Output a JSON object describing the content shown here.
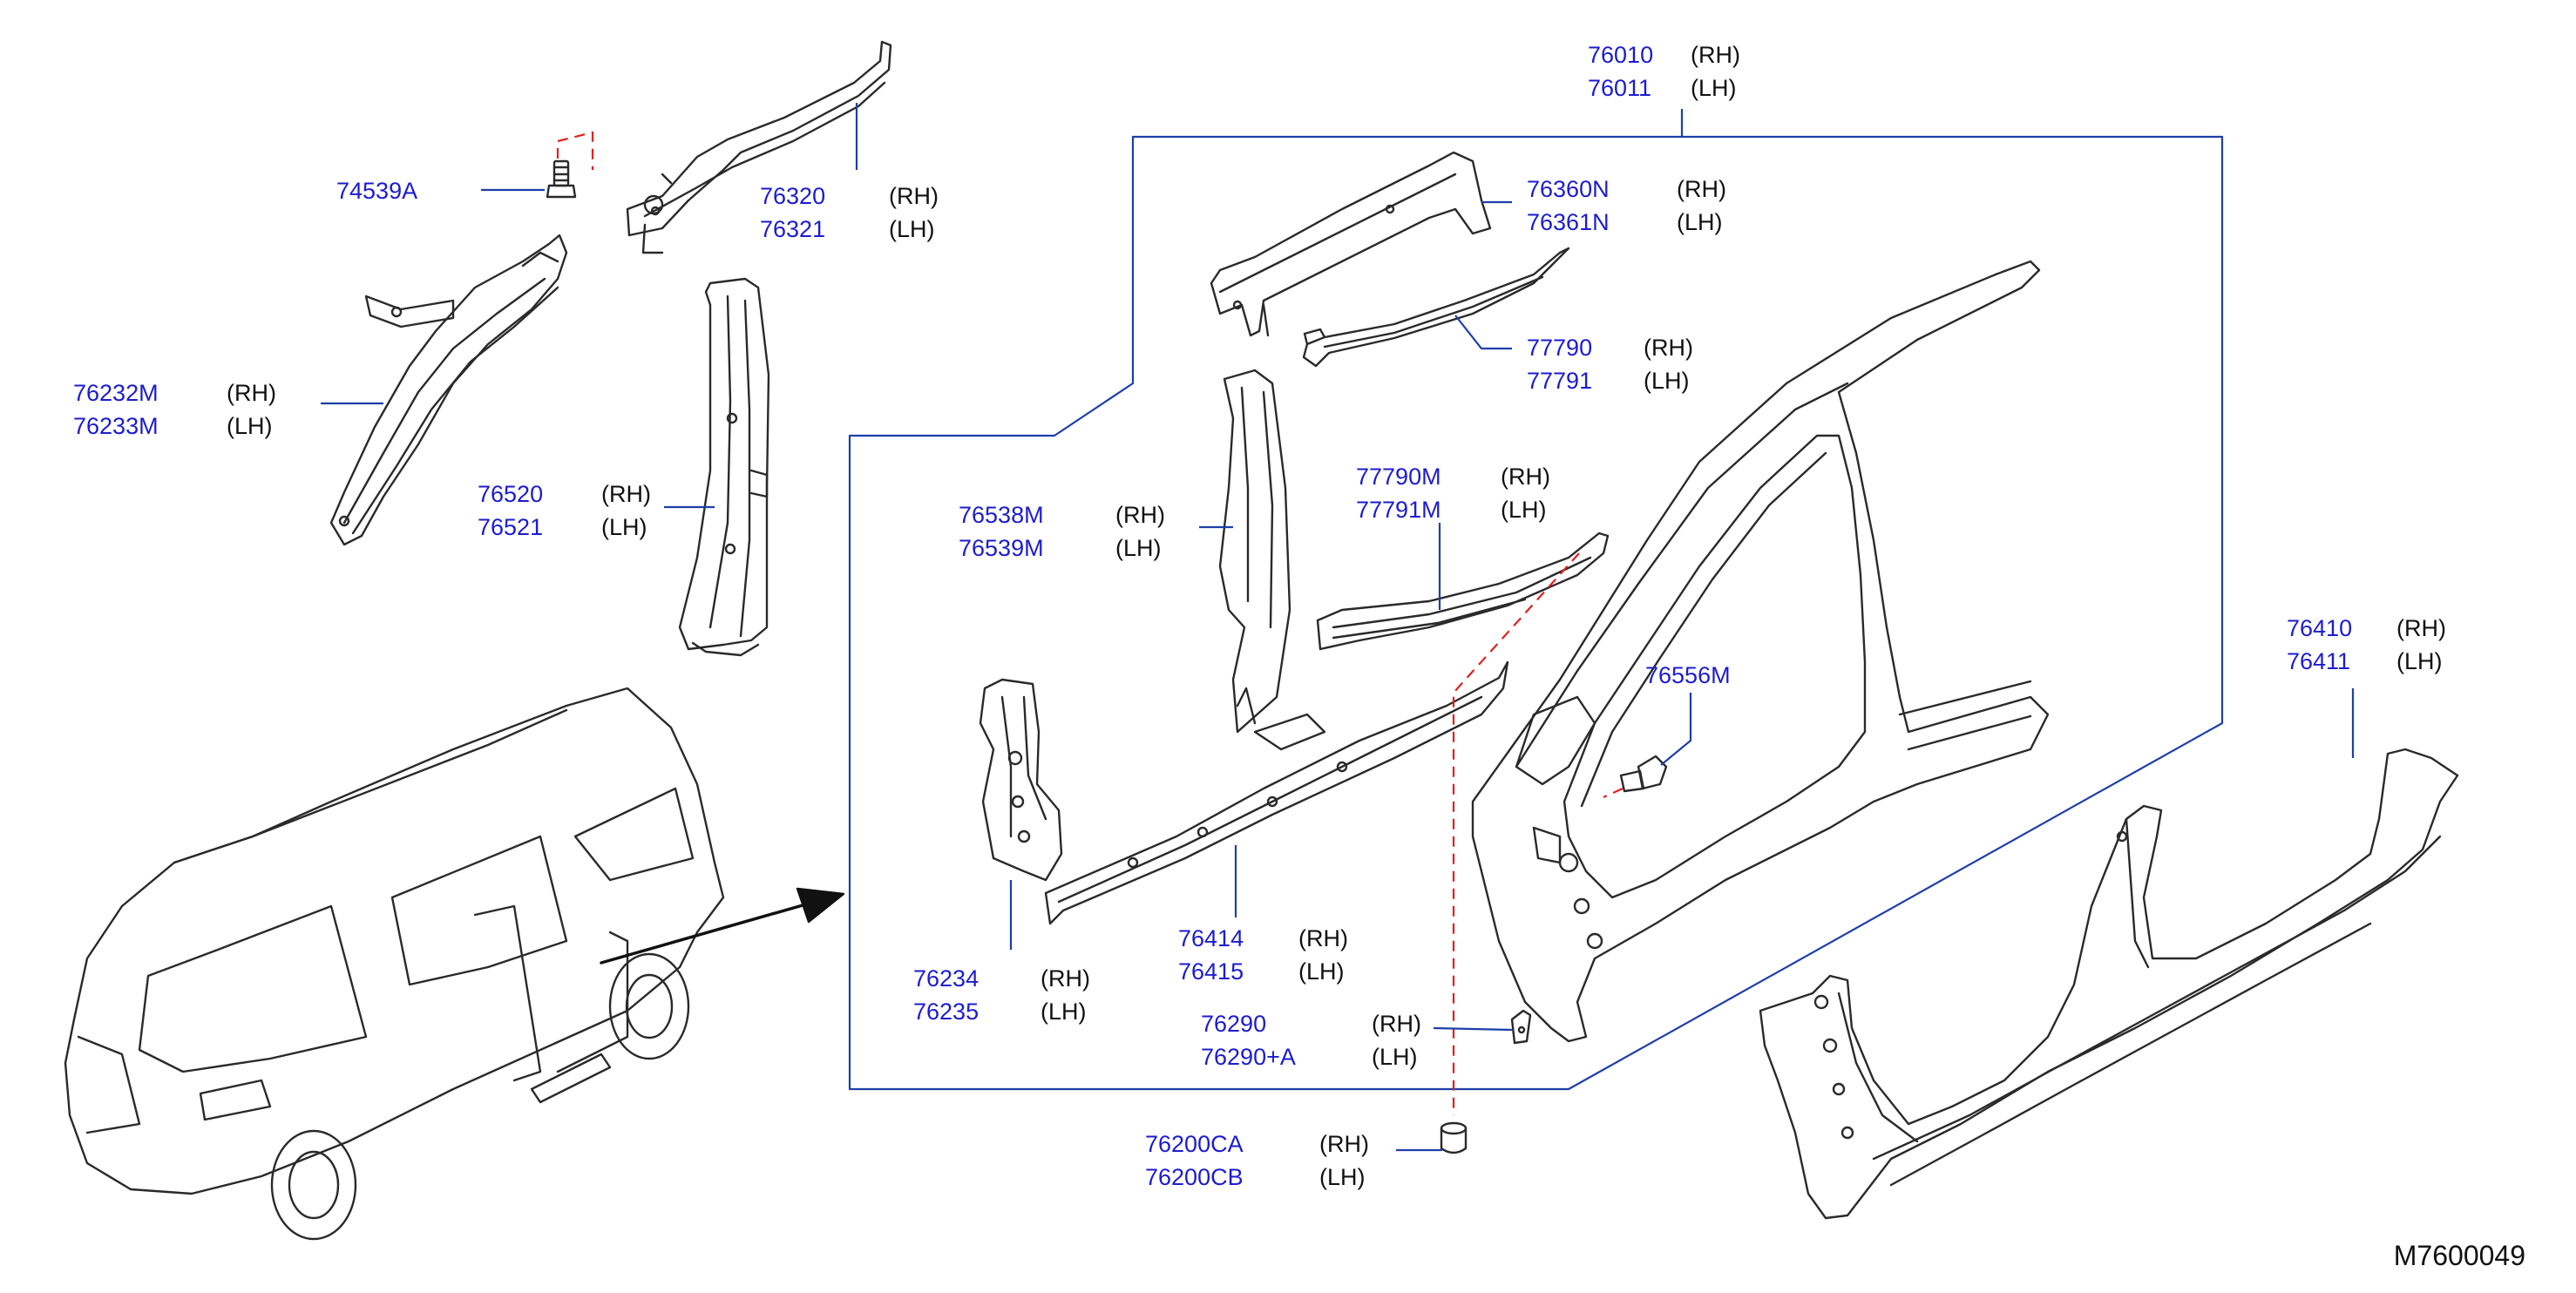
{
  "diagram_id": "M7600049",
  "colors": {
    "part_number": "#1c1ccf",
    "side": "#111111",
    "line": "#2a2a2a",
    "leader": "#1d3fa8",
    "dashed": "#e02020"
  },
  "labels": {
    "p76010": {
      "num": "76010",
      "side": "(RH)"
    },
    "p76011": {
      "num": "76011",
      "side": "(LH)"
    },
    "p74539A": {
      "num": "74539A",
      "side": ""
    },
    "p76320": {
      "num": "76320",
      "side": "(RH)"
    },
    "p76321": {
      "num": "76321",
      "side": "(LH)"
    },
    "p76360N": {
      "num": "76360N",
      "side": "(RH)"
    },
    "p76361N": {
      "num": "76361N",
      "side": "(LH)"
    },
    "p77790": {
      "num": "77790",
      "side": "(RH)"
    },
    "p77791": {
      "num": "77791",
      "side": "(LH)"
    },
    "p76232M": {
      "num": "76232M",
      "side": "(RH)"
    },
    "p76233M": {
      "num": "76233M",
      "side": "(LH)"
    },
    "p76520": {
      "num": "76520",
      "side": "(RH)"
    },
    "p76521": {
      "num": "76521",
      "side": "(LH)"
    },
    "p76538M": {
      "num": "76538M",
      "side": "(RH)"
    },
    "p76539M": {
      "num": "76539M",
      "side": "(LH)"
    },
    "p77790M": {
      "num": "77790M",
      "side": "(RH)"
    },
    "p77791M": {
      "num": "77791M",
      "side": "(LH)"
    },
    "p76410": {
      "num": "76410",
      "side": "(RH)"
    },
    "p76411": {
      "num": "76411",
      "side": "(LH)"
    },
    "p76556M": {
      "num": "76556M",
      "side": ""
    },
    "p76234": {
      "num": "76234",
      "side": "(RH)"
    },
    "p76235": {
      "num": "76235",
      "side": "(LH)"
    },
    "p76414": {
      "num": "76414",
      "side": "(RH)"
    },
    "p76415": {
      "num": "76415",
      "side": "(LH)"
    },
    "p76290": {
      "num": "76290",
      "side": "(RH)"
    },
    "p76290A": {
      "num": "76290+A",
      "side": "(LH)"
    },
    "p76200CA": {
      "num": "76200CA",
      "side": "(RH)"
    },
    "p76200CB": {
      "num": "76200CB",
      "side": "(LH)"
    }
  }
}
